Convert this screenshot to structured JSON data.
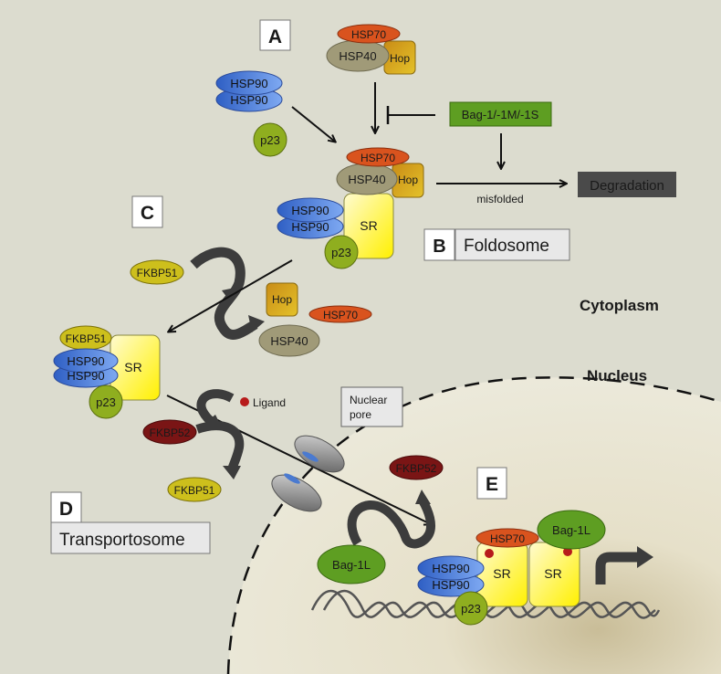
{
  "panels": {
    "A": "A",
    "B": "B",
    "B_name": "Foldosome",
    "C": "C",
    "D": "D",
    "D_name": "Transportosome",
    "E": "E"
  },
  "compartments": {
    "cytoplasm": "Cytoplasm",
    "nucleus": "Nucleus"
  },
  "proteins": {
    "hsp70": "HSP70",
    "hsp40": "HSP40",
    "hop": "Hop",
    "hsp90": "HSP90",
    "p23": "p23",
    "sr": "SR",
    "fkbp51": "FKBP51",
    "fkbp52": "FKBP52",
    "bag1l": "Bag-1L",
    "bag_isoforms": "Bag-1/-1M/-1S"
  },
  "labels": {
    "degradation": "Degradation",
    "misfolded": "misfolded",
    "ligand": "Ligand",
    "nuclear_pore_line1": "Nuclear",
    "nuclear_pore_line2": "pore"
  },
  "colors": {
    "background": "#dcdccf",
    "nucleus": "#ebe7d6",
    "hsp70": "#d9531e",
    "hsp40": "#a09a78",
    "hop": "#d4a217",
    "hsp90": "#4d7fdb",
    "p23": "#8fae1f",
    "sr": "#fff34a",
    "fkbp51": "#cdbf1c",
    "fkbp52": "#7a1515",
    "bag": "#5e9e22",
    "degradation": "#4a4a4a",
    "ligand": "#b71b1b"
  }
}
